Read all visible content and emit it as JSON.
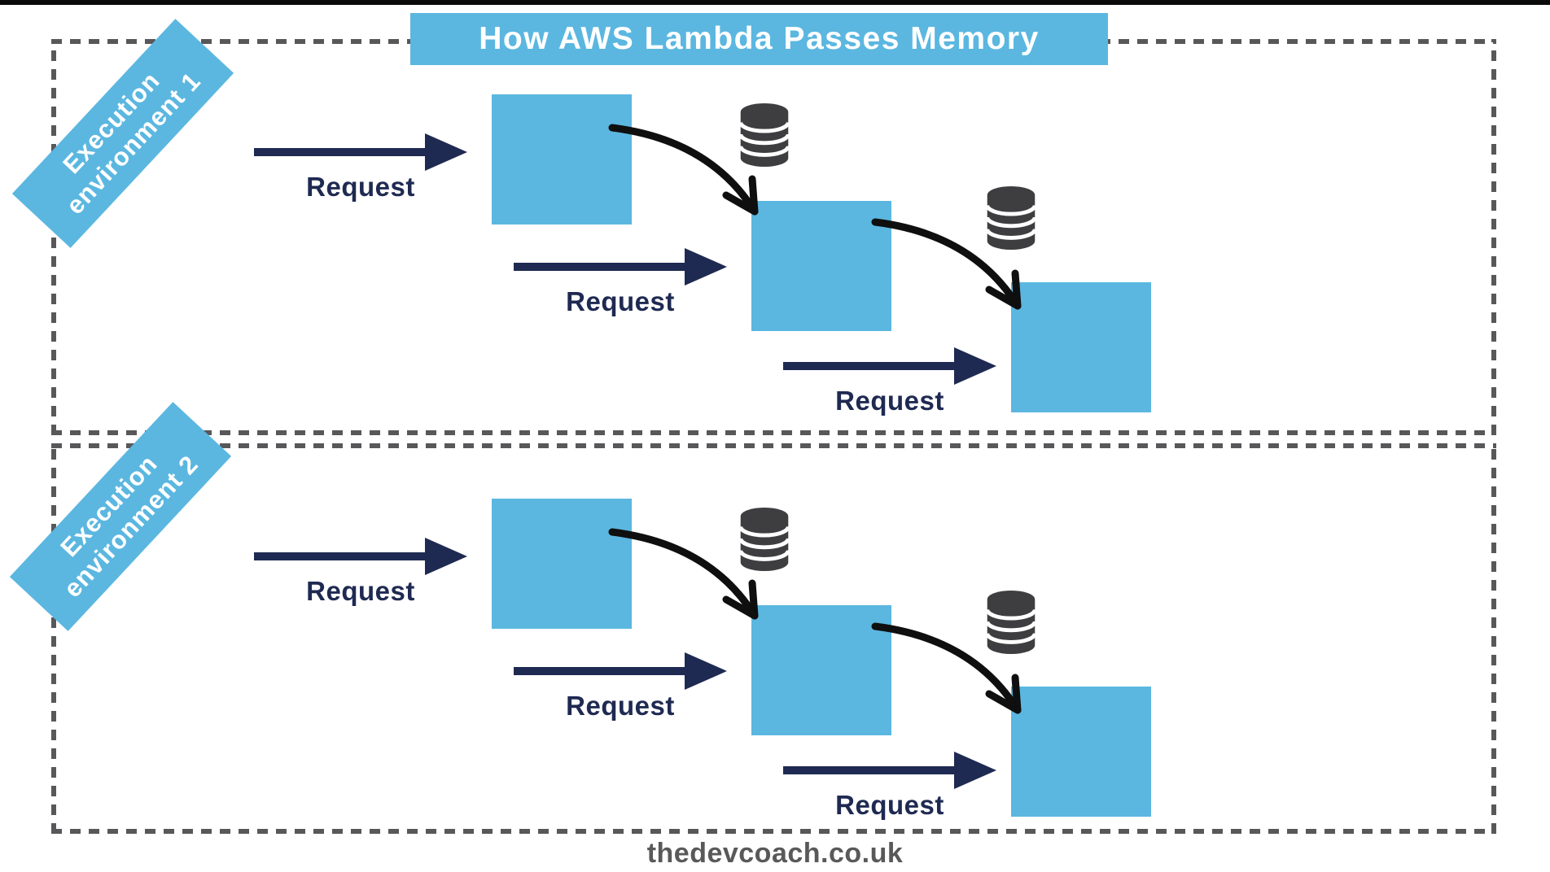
{
  "title_banner": "How AWS Lambda Passes Memory",
  "footer": "thedevcoach.co.uk",
  "colors": {
    "accent_blue": "#5bb7e0",
    "navy": "#1f2a52",
    "dash_gray": "#58585a",
    "database_gray": "#3e3e40",
    "arrow_black": "#0f0f0f",
    "footer_gray": "#595959"
  },
  "icons": {
    "database": "database-icon",
    "memory_pass": "curved-arrow-icon",
    "request": "request-arrow-icon"
  },
  "environments": [
    {
      "label_line1": "Execution",
      "label_line2": "environment 1",
      "requests": [
        "Request",
        "Request",
        "Request"
      ]
    },
    {
      "label_line1": "Execution",
      "label_line2": "environment 2",
      "requests": [
        "Request",
        "Request",
        "Request"
      ]
    }
  ]
}
